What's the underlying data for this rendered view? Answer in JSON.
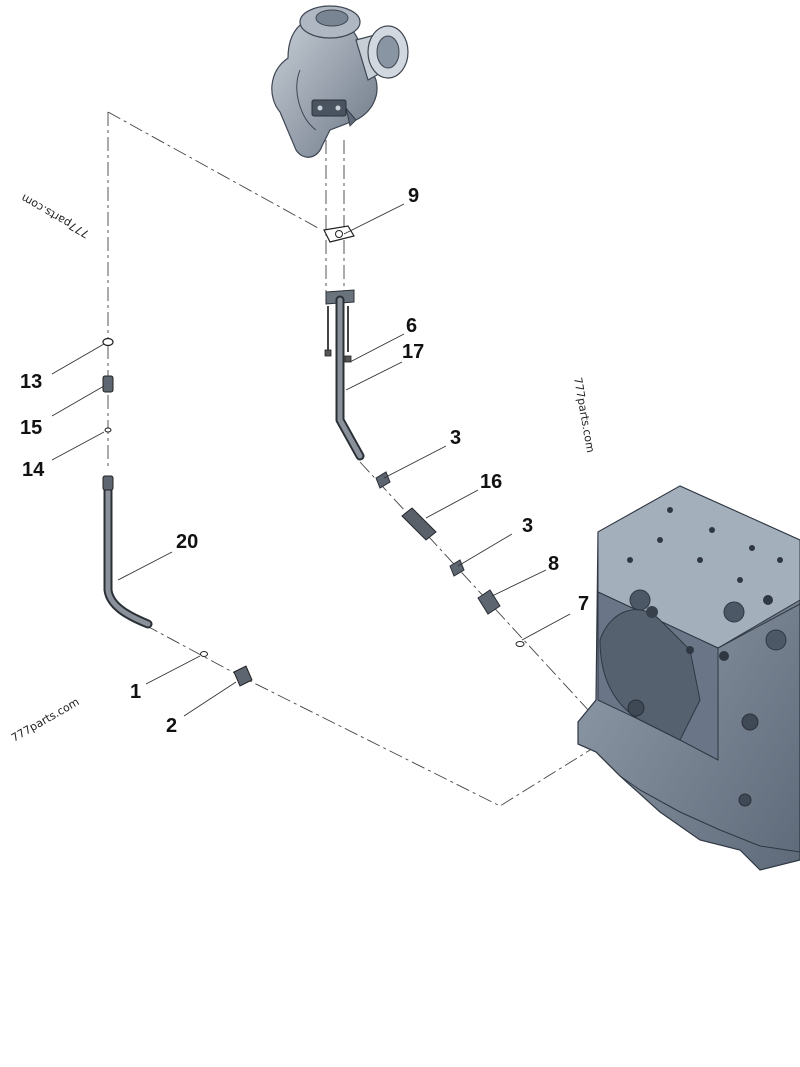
{
  "callouts": {
    "c1": "1",
    "c2": "2",
    "c3a": "3",
    "c3b": "3",
    "c6": "6",
    "c7": "7",
    "c8": "8",
    "c9": "9",
    "c13": "13",
    "c14": "14",
    "c15": "15",
    "c16": "16",
    "c17": "17",
    "c20": "20"
  },
  "watermarks": {
    "w1": "777parts.com",
    "w2": "777parts.com",
    "w3": "777parts.com"
  },
  "colors": {
    "part_body": "#6f7c8c",
    "part_dark": "#3d4652",
    "part_light": "#b7c0cb",
    "tube": "#5a5f66",
    "leader": "#333333"
  }
}
